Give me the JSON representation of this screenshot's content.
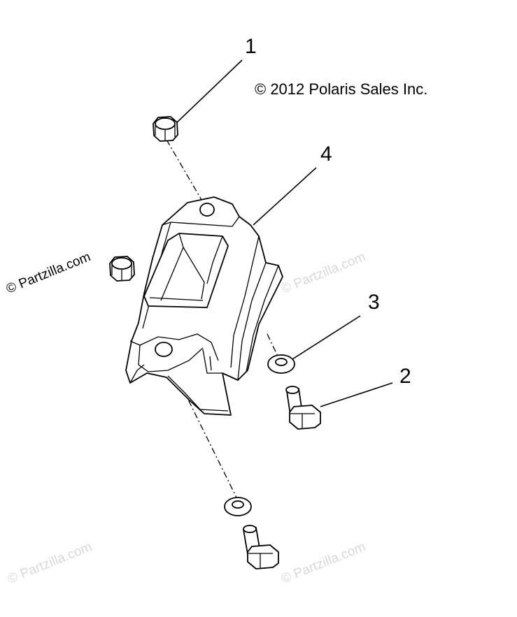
{
  "copyright": "© 2012 Polaris Sales Inc.",
  "watermark": "© Partzilla.com",
  "callouts": {
    "nut": "1",
    "bolt": "2",
    "washer": "3",
    "bracket": "4"
  }
}
